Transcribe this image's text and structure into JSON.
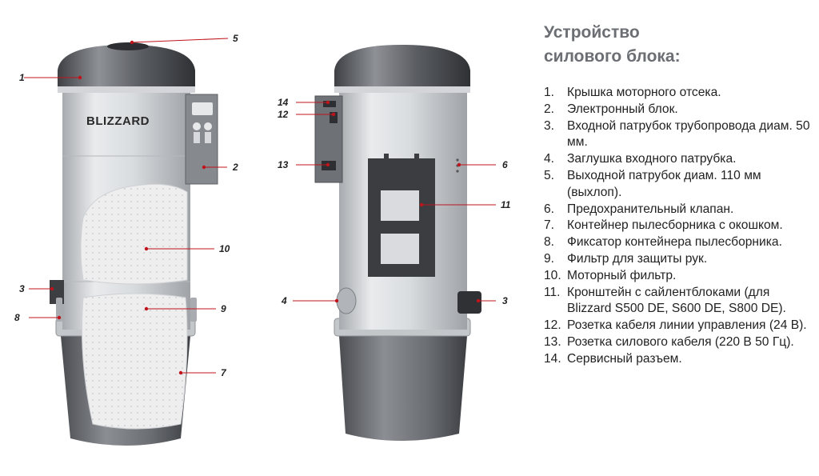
{
  "brand_label": "BLIZZARD",
  "left_callouts": {
    "c1": "1",
    "c2": "2",
    "c3": "3",
    "c5": "5",
    "c7": "7",
    "c8": "8",
    "c9": "9",
    "c10": "10"
  },
  "right_callouts": {
    "c3": "3",
    "c4": "4",
    "c6": "6",
    "c11": "11",
    "c12": "12",
    "c13": "13",
    "c14": "14"
  },
  "legend": {
    "title_line1": "Устройство",
    "title_line2": "силового блока:",
    "items": [
      {
        "num": "1.",
        "text": "Крышка моторного отсека."
      },
      {
        "num": "2.",
        "text": "Электронный блок."
      },
      {
        "num": "3.",
        "text": "Входной патрубок трубопровода диам. 50 мм."
      },
      {
        "num": "4.",
        "text": "Заглушка входного патрубка."
      },
      {
        "num": "5.",
        "text": "Выходной патрубок диам. 110 мм (выхлоп)."
      },
      {
        "num": "6.",
        "text": "Предохранительный клапан."
      },
      {
        "num": "7.",
        "text": "Контейнер пылесборника с окошком."
      },
      {
        "num": "8.",
        "text": "Фиксатор контейнера пылесборника."
      },
      {
        "num": "9.",
        "text": "Фильтр для защиты рук."
      },
      {
        "num": "10.",
        "text": "Моторный фильтр."
      },
      {
        "num": "11.",
        "text": "Кронштейн с сайлентблоками (для Blizzard S500 DE, S600 DE, S800 DE)."
      },
      {
        "num": "12.",
        "text": "Розетка кабеля линии управления (24 В)."
      },
      {
        "num": "13.",
        "text": "Розетка силового кабеля (220 В 50 Гц)."
      },
      {
        "num": "14.",
        "text": "Сервисный разъем."
      }
    ]
  }
}
